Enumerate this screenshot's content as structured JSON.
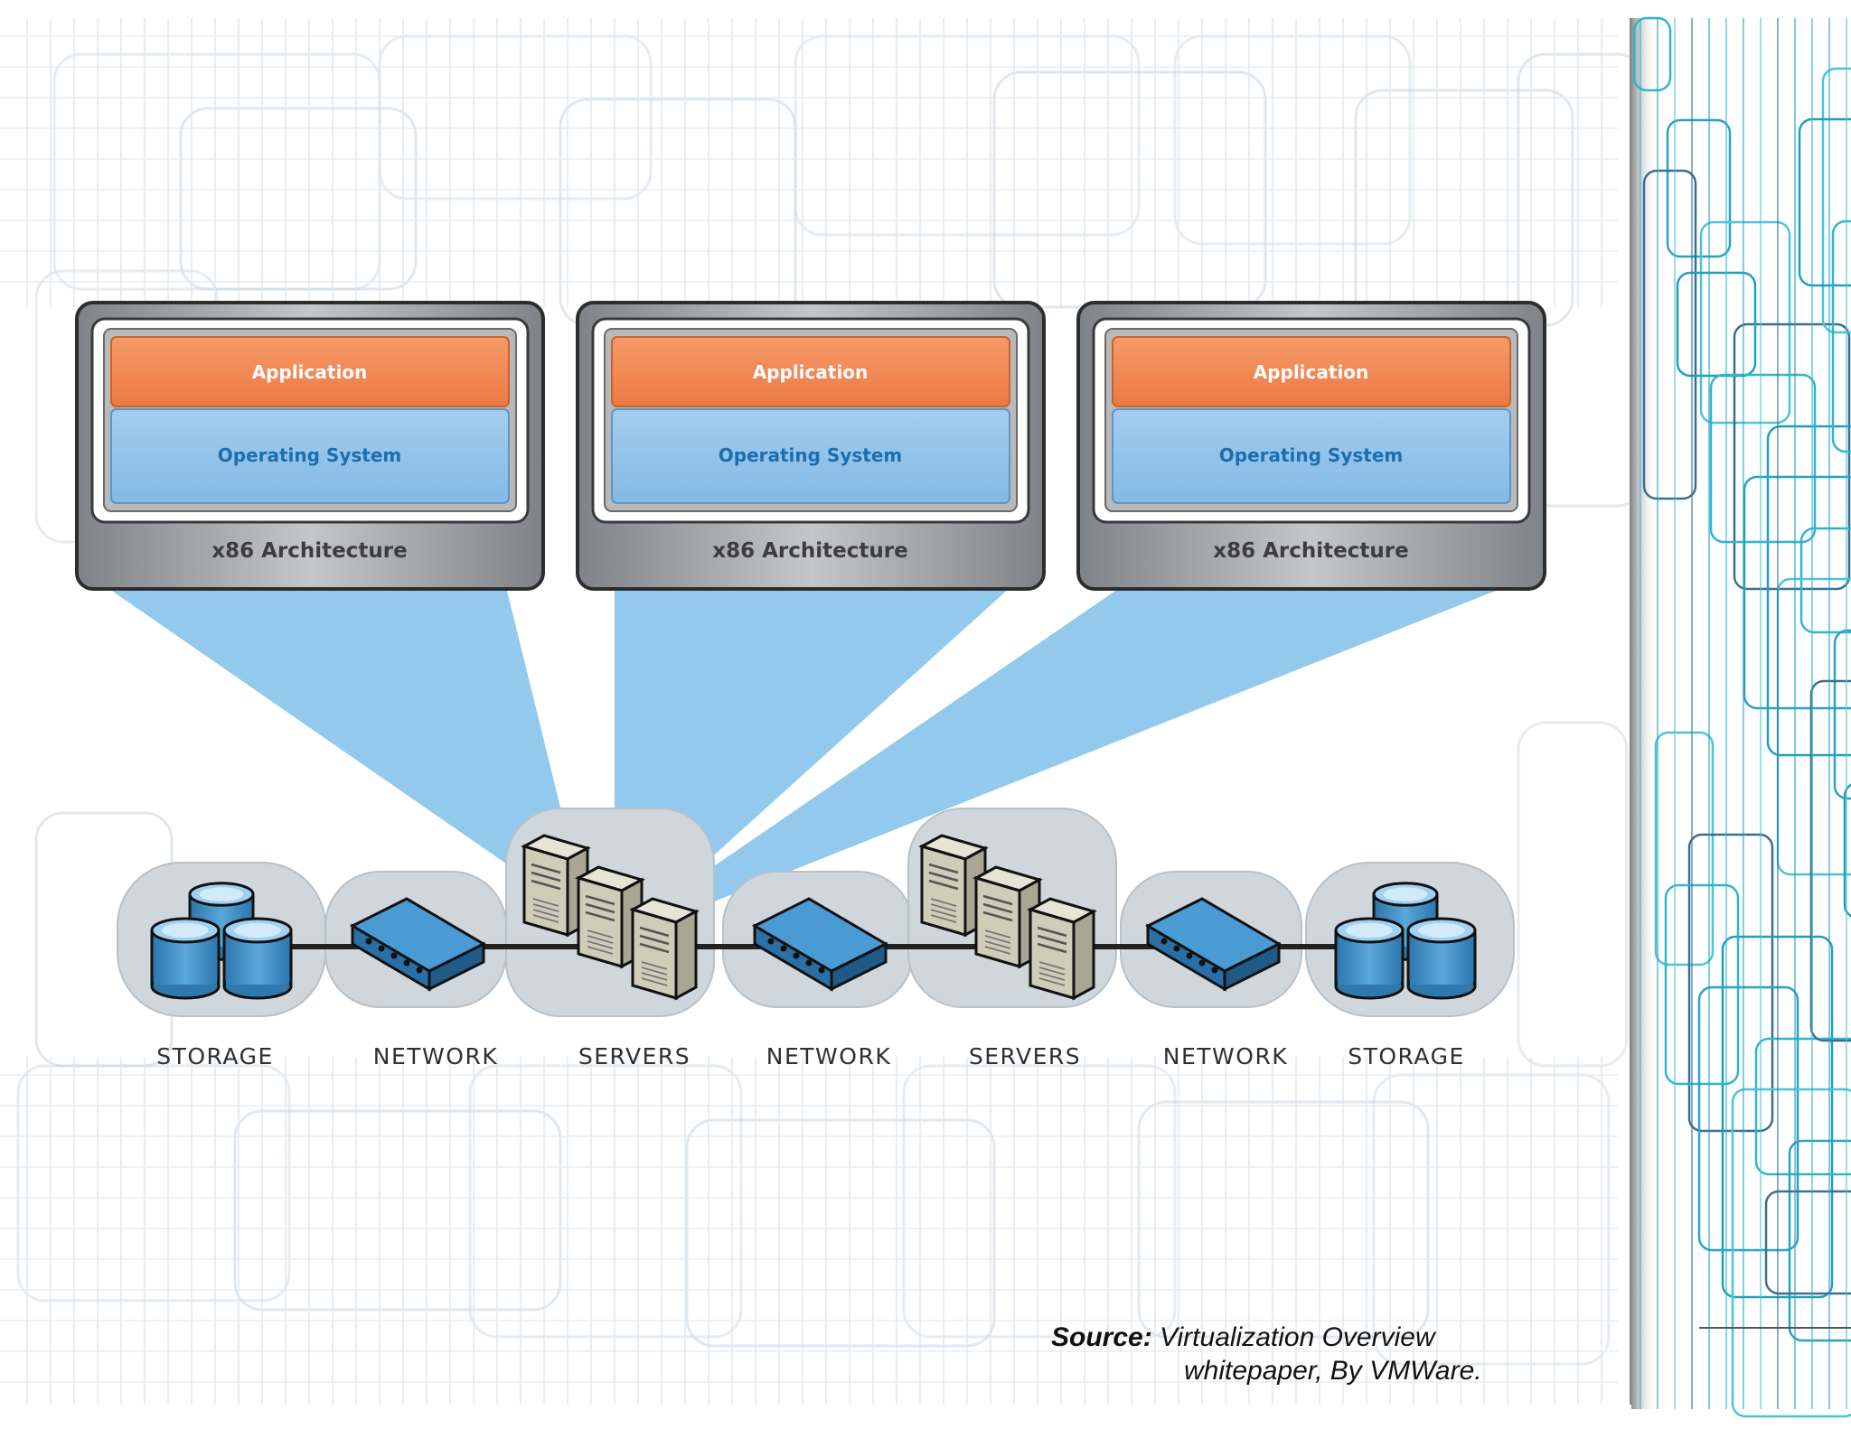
{
  "machines": [
    {
      "application": "Application",
      "os": "Operating System",
      "arch": "x86 Architecture"
    },
    {
      "application": "Application",
      "os": "Operating System",
      "arch": "x86 Architecture"
    },
    {
      "application": "Application",
      "os": "Operating System",
      "arch": "x86 Architecture"
    }
  ],
  "infrastructure": [
    "STORAGE",
    "NETWORK",
    "SERVERS",
    "NETWORK",
    "SERVERS",
    "NETWORK",
    "STORAGE"
  ],
  "source": {
    "label": "Source:",
    "line1": "Virtualization Overview",
    "line2": "whitepaper, By VMWare."
  },
  "colors": {
    "application": "#f08652",
    "operating_system": "#8fc0e8",
    "architecture_frame": "#8a8d92",
    "projection": "#7fc0ea",
    "device_blue": "#3b8cc6",
    "server_beige": "#c9c7b2",
    "background_lines": "#2fb6cf"
  }
}
